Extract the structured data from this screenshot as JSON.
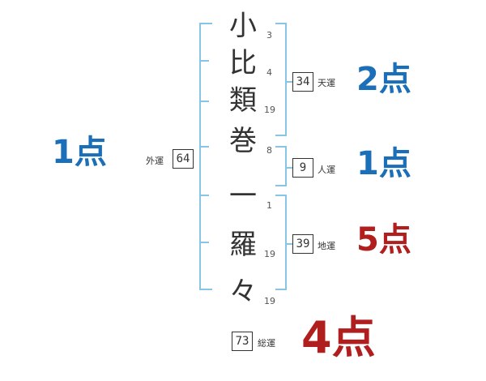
{
  "name": {
    "chars": [
      {
        "char": "小",
        "strokes": "3"
      },
      {
        "char": "比",
        "strokes": "4"
      },
      {
        "char": "類",
        "strokes": "19"
      },
      {
        "char": "巻",
        "strokes": "8"
      },
      {
        "char": "一",
        "strokes": "1"
      },
      {
        "char": "羅",
        "strokes": "19"
      },
      {
        "char": "々",
        "strokes": "19"
      }
    ]
  },
  "fortunes": {
    "gaikaku": {
      "label": "外運",
      "value": "64",
      "score": "1点",
      "color": "#1a6fb8"
    },
    "tenkaku": {
      "label": "天運",
      "value": "34",
      "score": "2点",
      "color": "#1a6fb8"
    },
    "jinkaku": {
      "label": "人運",
      "value": "9",
      "score": "1点",
      "color": "#1a6fb8"
    },
    "chikaku": {
      "label": "地運",
      "value": "39",
      "score": "5点",
      "color": "#b01e1e"
    },
    "soukaku": {
      "label": "総運",
      "value": "73",
      "score": "4点",
      "color": "#b01e1e"
    }
  }
}
